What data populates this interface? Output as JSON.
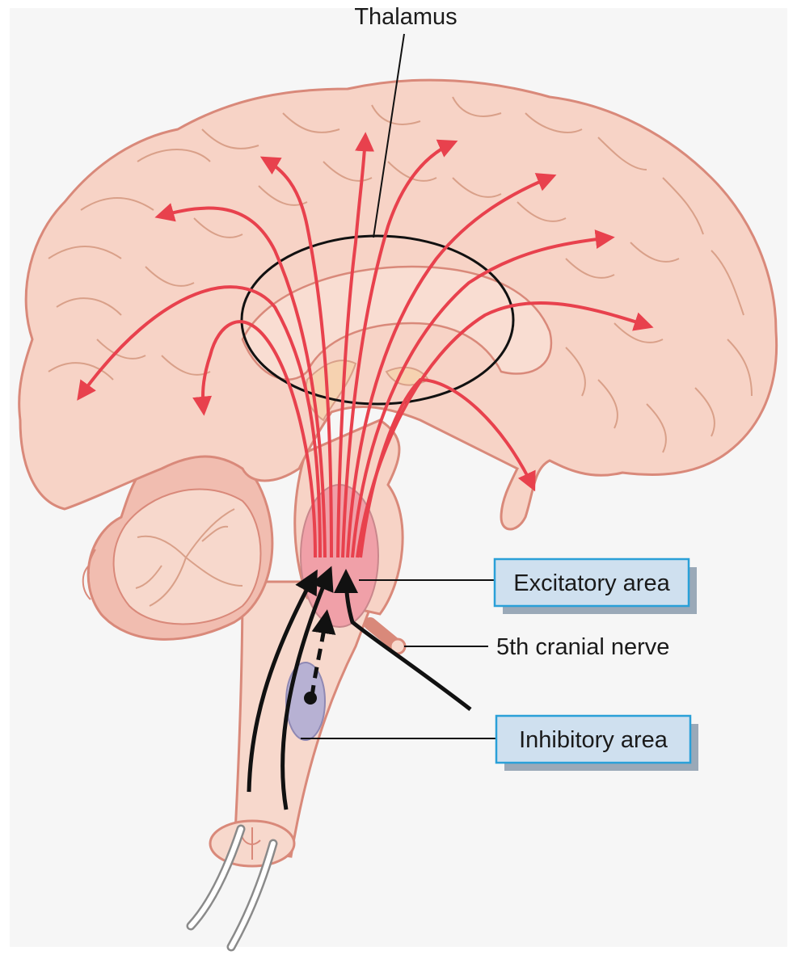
{
  "labels": {
    "thalamus": "Thalamus",
    "excitatory_area": "Excitatory area",
    "cranial_nerve": "5th cranial nerve",
    "inhibitory_area": "Inhibitory area"
  },
  "colors": {
    "brain_fill": "#f7d3c6",
    "brain_outline": "#d9897a",
    "fiber_red": "#e8414d",
    "excitatory_fill": "#f0a0a8",
    "inhibitory_fill": "#b7b1d3",
    "label_box_fill": "#cfe0ef",
    "label_box_border": "#2aa0d8",
    "label_box_shadow": "#9aa9b8",
    "pathway_black": "#111111"
  }
}
